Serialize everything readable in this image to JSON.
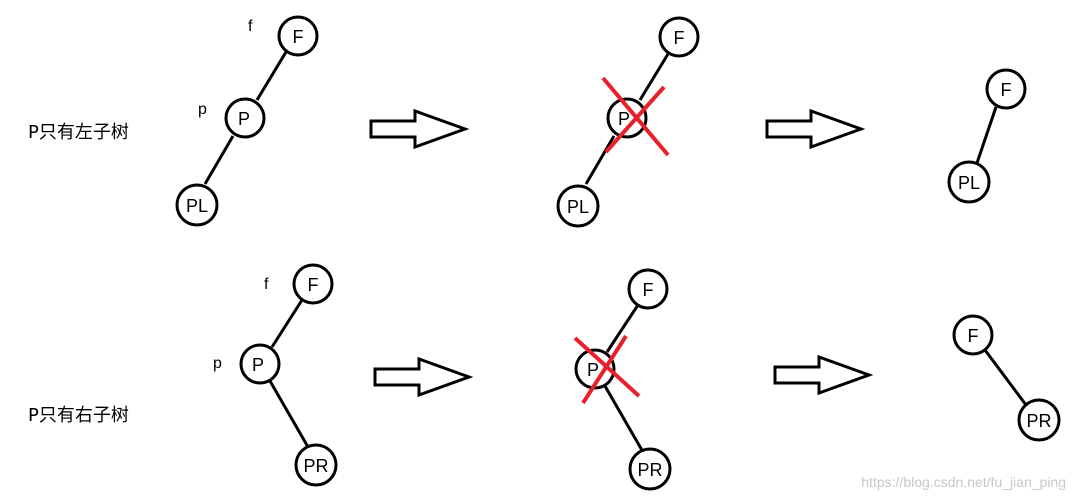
{
  "row1": {
    "title": "P只有左子树",
    "f_label": "f",
    "p_label": "p",
    "node_F": "F",
    "node_P": "P",
    "node_PL": "PL"
  },
  "row2": {
    "title": "P只有右子树",
    "f_label": "f",
    "p_label": "p",
    "node_F": "F",
    "node_P": "P",
    "node_PR": "PR"
  },
  "colors": {
    "line": "#000000",
    "cross": "#e8202a"
  },
  "watermark": "https://blog.csdn.net/fu_jian_ping"
}
